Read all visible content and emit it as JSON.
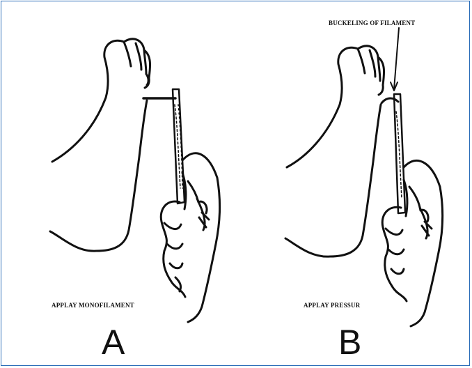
{
  "figure": {
    "panels": [
      {
        "caption": "APPLAY MONOFILAMENT",
        "letter": "A"
      },
      {
        "caption": "APPLAY PRESSUR",
        "letter": "B",
        "callout": "BUCKELING OF FILAMENT"
      }
    ],
    "colors": {
      "line": "#111111",
      "frame": "#2a6cb8"
    }
  }
}
